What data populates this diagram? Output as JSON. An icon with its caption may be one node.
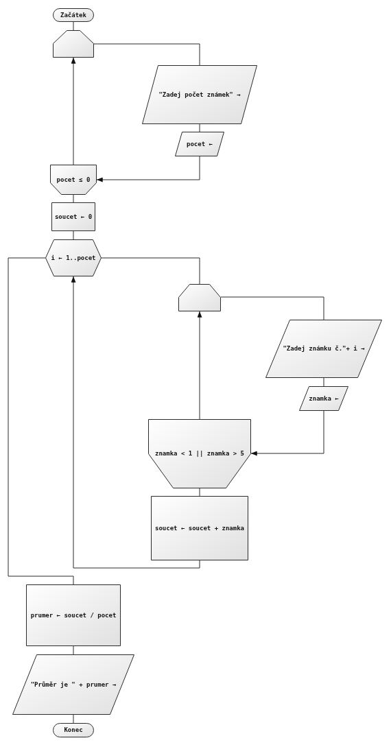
{
  "diagram": {
    "nodes": [
      {
        "text": [
          "Začátek"
        ]
      },
      {
        "text": [],
        "shape": "pentagon"
      },
      {
        "text": [
          "\"Zadej počet známek\" →"
        ]
      },
      {
        "text": [
          "pocet ←"
        ]
      },
      {
        "text": [
          "pocet ≤ 0"
        ]
      },
      {
        "text": [
          "soucet ← 0"
        ]
      },
      {
        "text": [
          "i ← 1..pocet"
        ]
      },
      {
        "text": [],
        "shape": "pentagon"
      },
      {
        "text": [
          "\"Zadej známku č.\"+ i →"
        ]
      },
      {
        "text": [
          "znamka ←"
        ]
      },
      {
        "text": [
          "znamka < 1 || znamka > 5"
        ]
      },
      {
        "text": [
          "soucet ← soucet + znamka"
        ]
      },
      {
        "text": [
          "prumer ← soucet / pocet"
        ]
      },
      {
        "text": [
          "\"Průměr je \" + prumer →"
        ]
      },
      {
        "text": [
          "Konec"
        ]
      }
    ],
    "edges": [
      {
        "from": 0,
        "to": 1,
        "arrow": "none"
      },
      {
        "from": 1,
        "to": 2,
        "arrow": "none"
      },
      {
        "from": 2,
        "to": 3,
        "arrow": "none"
      },
      {
        "from": 3,
        "to": 4,
        "arrow": "to"
      },
      {
        "from": 4,
        "to": 1,
        "arrow": "to"
      },
      {
        "from": 4,
        "to": 5,
        "arrow": "none"
      },
      {
        "from": 5,
        "to": 6,
        "arrow": "none"
      },
      {
        "from": 6,
        "to": 7,
        "arrow": "none"
      },
      {
        "from": 7,
        "to": 8,
        "arrow": "none"
      },
      {
        "from": 8,
        "to": 9,
        "arrow": "none"
      },
      {
        "from": 9,
        "to": 10,
        "arrow": "to"
      },
      {
        "from": 10,
        "to": 7,
        "arrow": "to"
      },
      {
        "from": 10,
        "to": 11,
        "arrow": "none"
      },
      {
        "from": 11,
        "to": 6,
        "arrow": "to"
      },
      {
        "from": 6,
        "to": 12,
        "arrow": "none"
      },
      {
        "from": 12,
        "to": 13,
        "arrow": "none"
      },
      {
        "from": 13,
        "to": 14,
        "arrow": "none"
      }
    ]
  }
}
